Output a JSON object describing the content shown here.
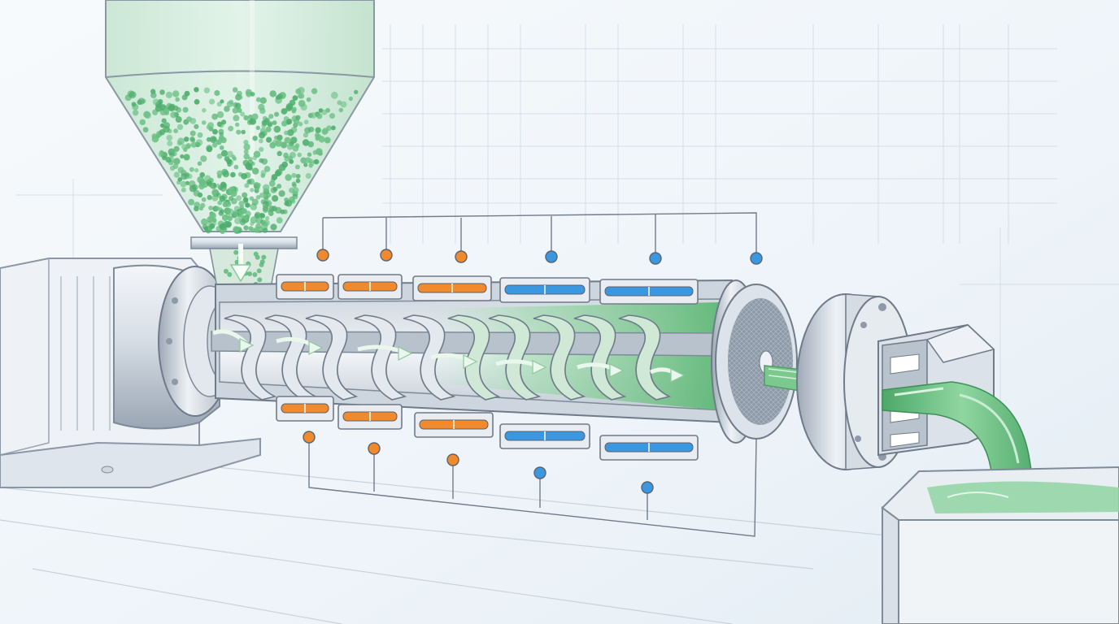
{
  "colors": {
    "background": "#f4f8fb",
    "sketch_line": "#9aa8b8",
    "metal_light": "#e8edf2",
    "metal_mid": "#c3ccd6",
    "metal_dark": "#7f8b99",
    "pellet_green": "#5fb877",
    "melt_green": "#7fcf93",
    "profile_green": "#6fc287",
    "heater_orange": "#f08a2c",
    "cooler_blue": "#3a97e0",
    "flow_arrow": "#e3f3e6"
  },
  "icons": {
    "feed_arrow": "arrow-down-icon",
    "flow_arrows": "arrow-right-icon",
    "heat_sensor": "orange-dot-icon",
    "cool_sensor": "blue-dot-icon"
  },
  "heater_bands": {
    "top": [
      "orange",
      "orange",
      "orange",
      "blue",
      "blue"
    ],
    "bottom": [
      "orange",
      "orange",
      "orange",
      "blue",
      "blue"
    ]
  },
  "sensors": {
    "top": [
      "orange",
      "orange",
      "orange",
      "blue",
      "blue",
      "blue"
    ],
    "bottom": [
      "orange",
      "orange",
      "orange",
      "blue",
      "blue"
    ]
  }
}
